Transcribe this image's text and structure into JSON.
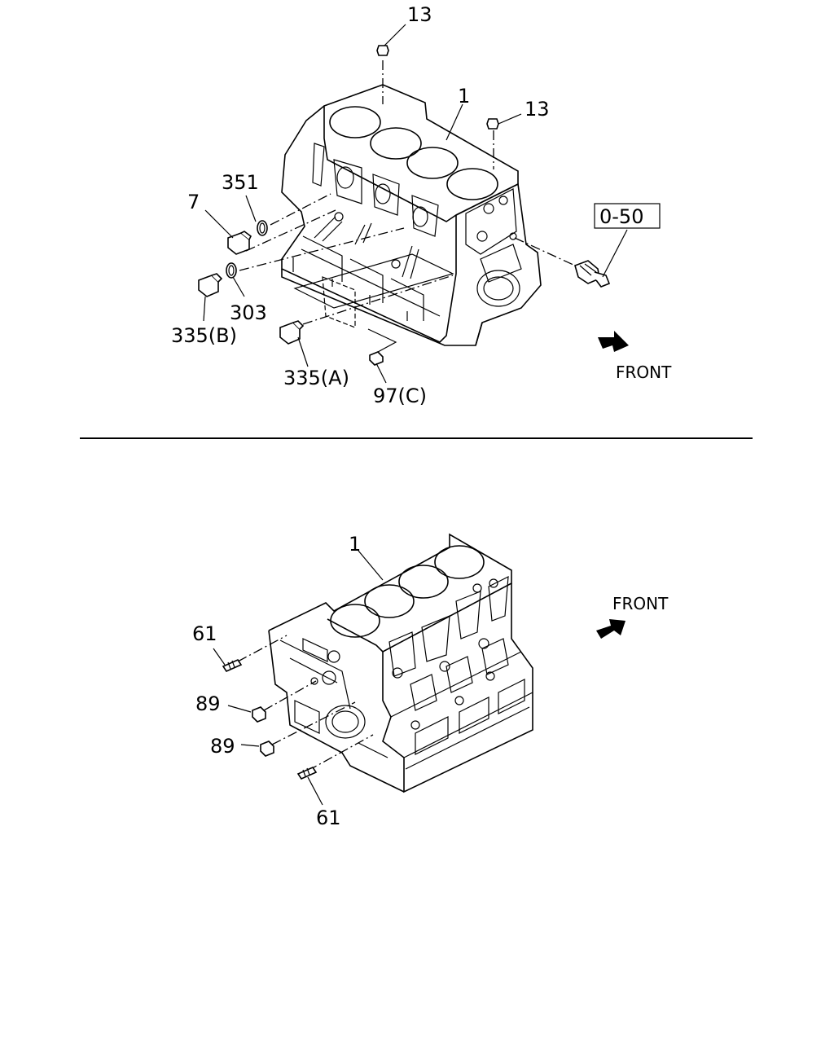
{
  "top_diagram": {
    "callouts": {
      "c13a": "13",
      "c13b": "13",
      "c1": "1",
      "c351": "351",
      "c7": "7",
      "c303": "303",
      "c335b": "335(B)",
      "c335a": "335(A)",
      "c97c": "97(C)",
      "c050": "0-50"
    },
    "front_label": "FRONT"
  },
  "bottom_diagram": {
    "callouts": {
      "c1": "1",
      "c61a": "61",
      "c89a": "89",
      "c89b": "89",
      "c61b": "61"
    },
    "front_label": "FRONT"
  }
}
